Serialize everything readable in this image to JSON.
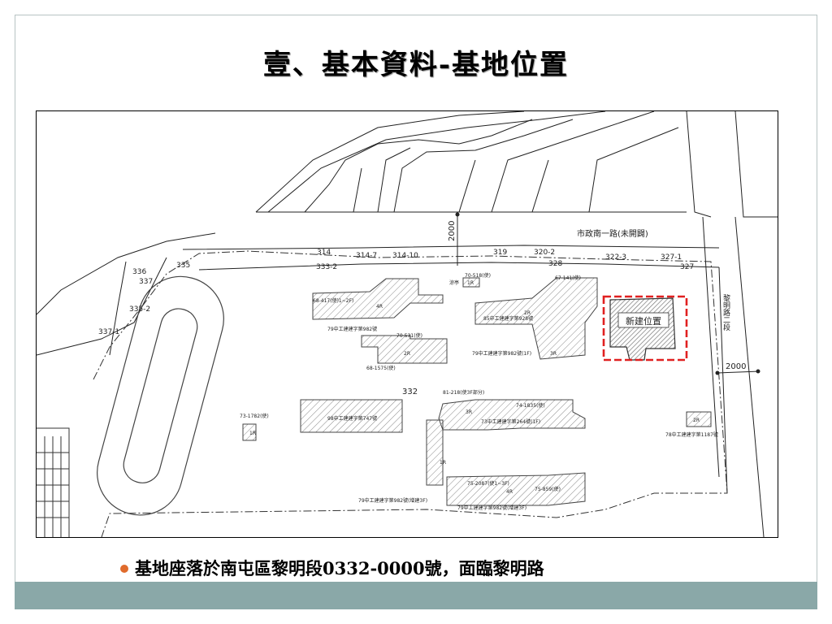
{
  "slide": {
    "title": "壹、基本資料-基地位置",
    "bullet": "基地座落於南屯區黎明段0332-0000號，面臨黎明路"
  },
  "map": {
    "road_top": "市政南一路(未開闢)",
    "road_right": "黎明路二段",
    "road_width_top": "2000",
    "road_width_right": "2000",
    "new_site": "新建位置",
    "main_lot": "332",
    "lots": [
      "314",
      "314-7",
      "314-10",
      "319",
      "320-2",
      "322-3",
      "327-1",
      "327",
      "328",
      "333-2",
      "335",
      "336",
      "337",
      "335-2",
      "337-1"
    ],
    "buildings": {
      "b1_code": "68-417(使)1~2F)",
      "b1_floor": "4R",
      "b1_permit": "79中工建建字第982號",
      "b2_code": "70-531(使)",
      "b2_floor": "2R",
      "b2_sub": "68-1575(使)",
      "b3_code": "70-518(使)",
      "b3_floor": "1R",
      "b3_sub": "涼亭",
      "b4_code": "67-141(使)",
      "b4_floor": "2R",
      "b4_permit": "85中工建建字第928號",
      "b4_permit2": "79中工建建字第982號(1F)",
      "b4_floor2": "3R",
      "b5_permit": "98中工建建字第747號",
      "b6_code": "73-1782(使)",
      "b6_floor": "1R",
      "b7_code": "81-218(使3F部分)",
      "b7_code2": "74-1835(使)",
      "b7_floor": "3R",
      "b7_permit": "73中工建建字第264號(1F)",
      "b7_left_floor": "1R",
      "b8_code": "75-2087(使1~3F)",
      "b8_floor": "4R",
      "b8_code2": "75-859(使)",
      "b8_permit1": "79中工建建字第982號(增建3F)",
      "b8_permit2": "79中工建建字第982號(增建3F)",
      "b9_floor": "2R",
      "b9_permit": "78中工建建字第1187號"
    }
  }
}
